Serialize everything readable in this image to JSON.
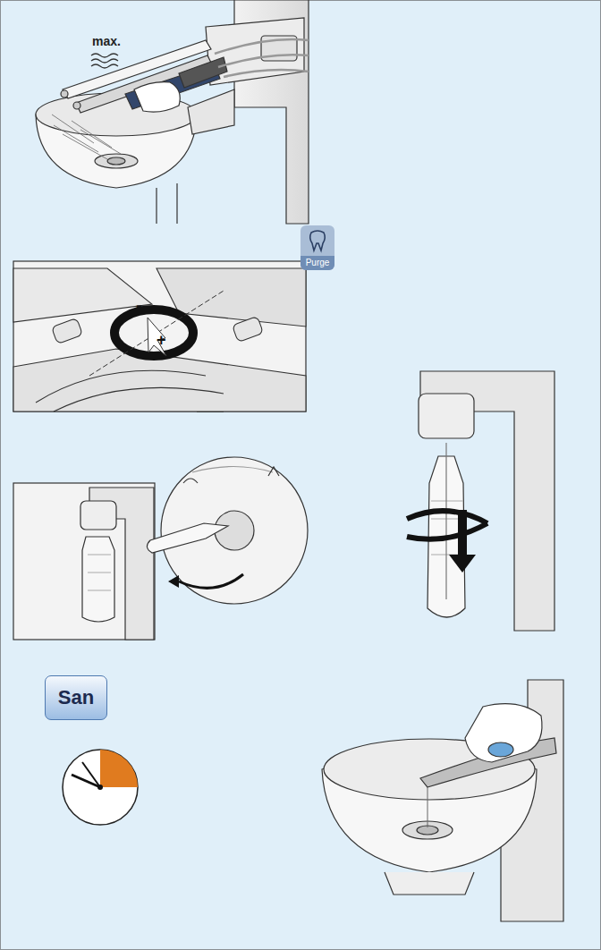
{
  "diagram": {
    "nodes": [
      {
        "text": [
          "Purge"
        ]
      },
      {
        "text": [
          "San"
        ]
      }
    ],
    "labels": [
      "max.",
      "-",
      "+"
    ]
  }
}
